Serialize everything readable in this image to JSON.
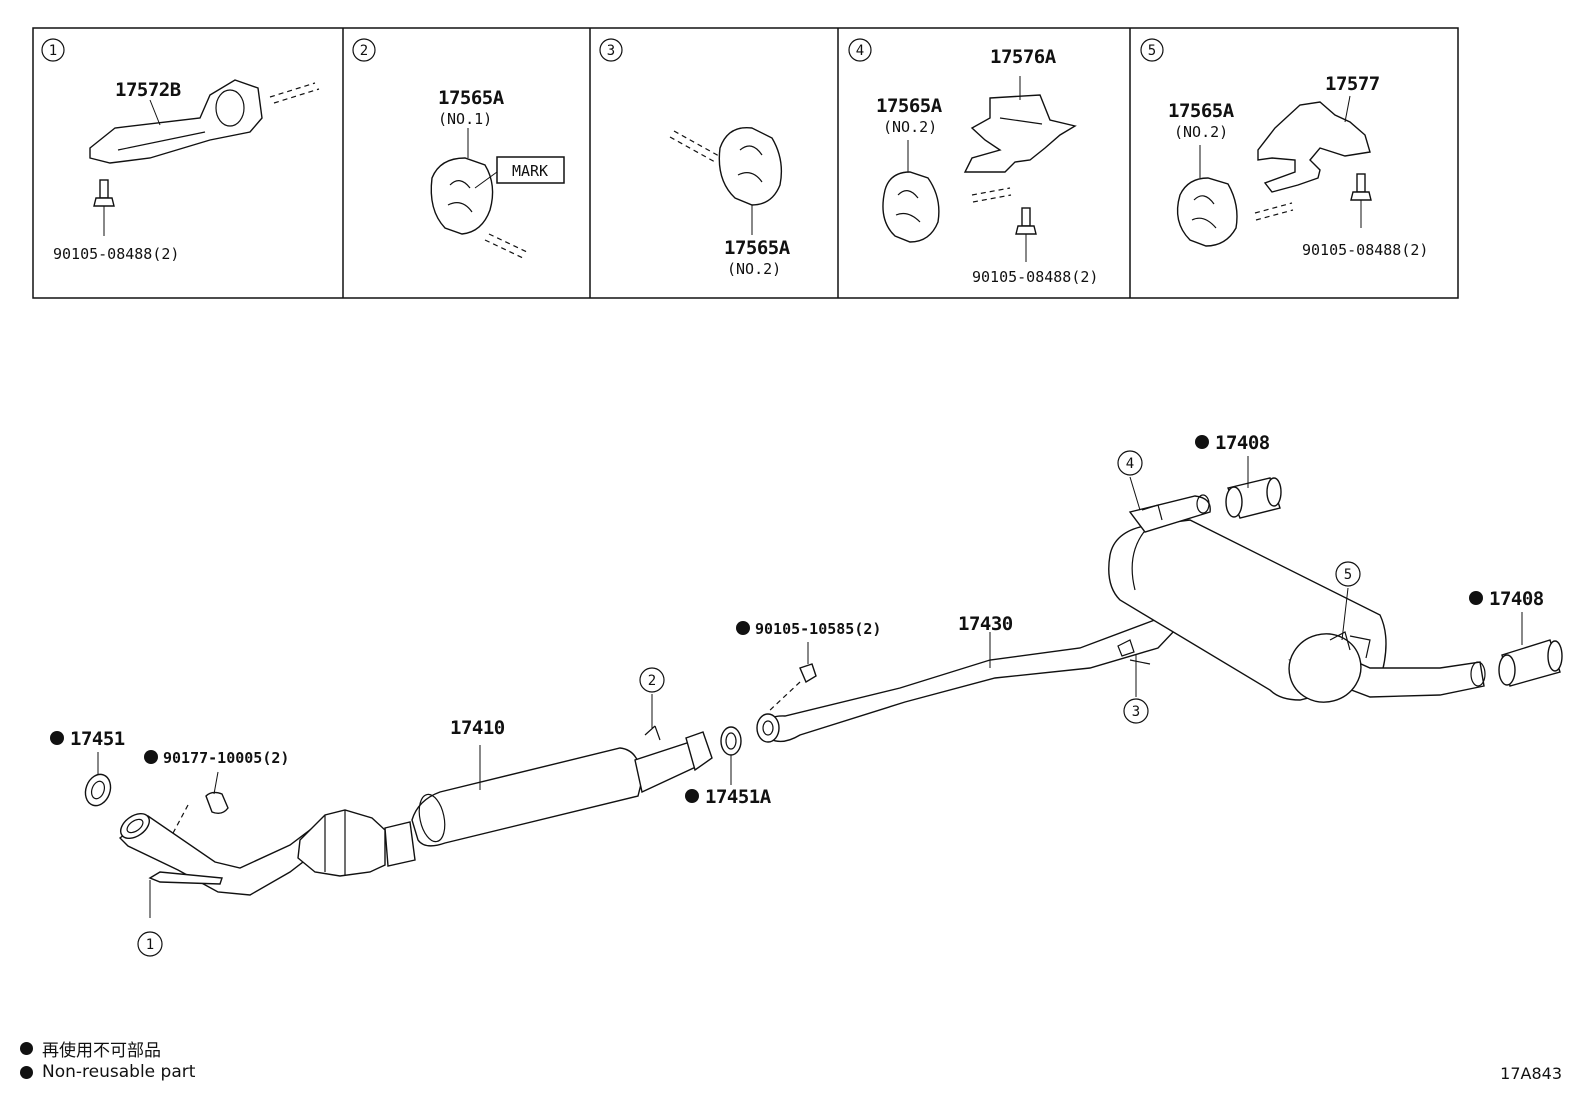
{
  "panels": [
    {
      "num": "1",
      "parts": [
        "17572B",
        "90105-08488(2)"
      ]
    },
    {
      "num": "2",
      "parts": [
        "17565A",
        "(NO.1)",
        "MARK"
      ]
    },
    {
      "num": "3",
      "parts": [
        "17565A",
        "(NO.2)"
      ]
    },
    {
      "num": "4",
      "parts": [
        "17576A",
        "17565A",
        "(NO.2)",
        "90105-08488(2)"
      ]
    },
    {
      "num": "5",
      "parts": [
        "17577",
        "17565A",
        "(NO.2)",
        "90105-08488(2)"
      ]
    }
  ],
  "main": {
    "callouts": [
      "1",
      "2",
      "3",
      "4",
      "5"
    ],
    "labels": {
      "p17451": "17451",
      "p90177": "90177-10005(2)",
      "p17410": "17410",
      "p17451a": "17451A",
      "p90105": "90105-10585(2)",
      "p17430": "17430",
      "p17408a": "17408",
      "p17408b": "17408"
    }
  },
  "legend": {
    "line_jp": "再使用不可部品",
    "line_en": "Non-reusable part"
  },
  "diagram_code": "17A843"
}
